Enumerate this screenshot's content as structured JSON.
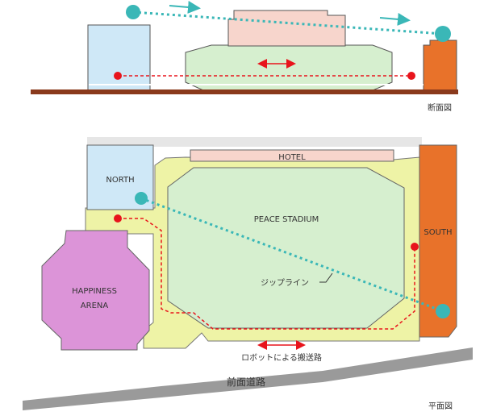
{
  "section_view": {
    "caption": "断面図"
  },
  "plan_view": {
    "caption": "平面図",
    "labels": {
      "hotel": "HOTEL",
      "north": "NORTH",
      "stadium": "PEACE STADIUM",
      "south": "SOUTH",
      "arena_line1": "HAPPINESS",
      "arena_line2": "ARENA",
      "zipline": "ジップライン",
      "robot_route": "ロボットによる搬送路",
      "front_road": "前面道路"
    }
  },
  "colors": {
    "north": "#cfe8f7",
    "hotel": "#f7d5cc",
    "stadium": "#d6efcf",
    "concourse": "#eef3a6",
    "south": "#e8722a",
    "arena": "#dc94d8",
    "zipline": "#3ab7b7",
    "robot_route": "#e8141c",
    "ground": "#8a3a1c",
    "road": "#9a9a9a"
  }
}
